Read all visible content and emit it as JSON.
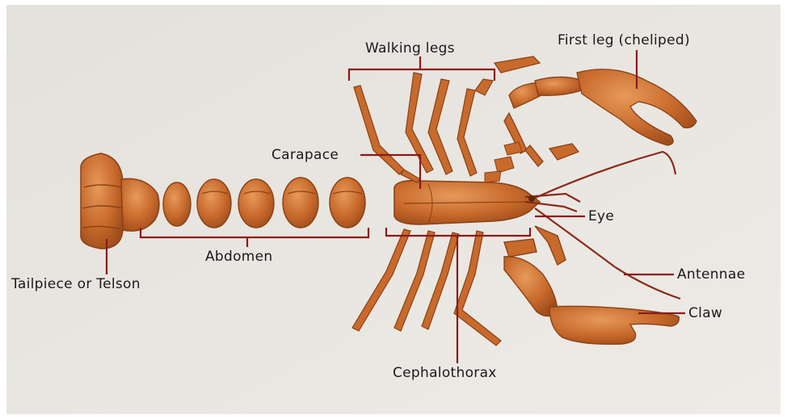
{
  "diagram": {
    "colors": {
      "background": "#e9e6e1",
      "shell": "#c86a2c",
      "shell_light": "#e08c4a",
      "shell_dark": "#9a4a1a",
      "leader_line": "#8b1a1a",
      "label_text": "#1a1a1a"
    },
    "labels": {
      "walking_legs": "Walking legs",
      "first_leg": "First leg (cheliped)",
      "carapace": "Carapace",
      "eye": "Eye",
      "antennae": "Antennae",
      "claw": "Claw",
      "cephalothorax": "Cephalothorax",
      "abdomen": "Abdomen",
      "tailpiece": "Tailpiece or Telson"
    }
  }
}
